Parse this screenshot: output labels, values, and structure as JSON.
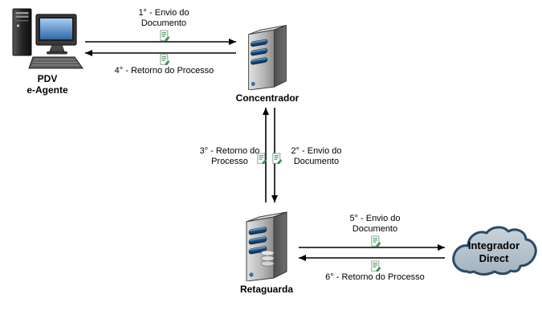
{
  "diagram": {
    "background": "#ffffff",
    "arrow_color": "#000000"
  },
  "nodes": {
    "pdv": {
      "label": "PDV\ne-Agente",
      "icon": "desktop-computer-icon"
    },
    "concentrador": {
      "label": "Concentrador",
      "icon": "server-icon"
    },
    "retaguarda": {
      "label": "Retaguarda",
      "icon": "server-icon"
    },
    "integrador": {
      "label": "Integrador\nDirect",
      "icon": "cloud-icon"
    }
  },
  "flows": {
    "step1": {
      "label": "1° - Envio do\nDocumento",
      "from": "pdv",
      "to": "concentrador",
      "icon": "document-icon"
    },
    "step2": {
      "label": "2° - Envio do\nDocumento",
      "from": "concentrador",
      "to": "retaguarda",
      "icon": "document-icon"
    },
    "step3": {
      "label": "3° - Retorno do\nProcesso",
      "from": "retaguarda",
      "to": "concentrador",
      "icon": "document-icon"
    },
    "step4": {
      "label": "4° - Retorno do Processo",
      "from": "concentrador",
      "to": "pdv",
      "icon": "document-icon"
    },
    "step5": {
      "label": "5° - Envio do\nDocumento",
      "from": "retaguarda",
      "to": "integrador",
      "icon": "document-icon"
    },
    "step6": {
      "label": "6° - Retorno do Processo",
      "from": "integrador",
      "to": "retaguarda",
      "icon": "document-icon"
    }
  },
  "colors": {
    "document_green": "#2e9e4a",
    "screen_blue": "#3a72ab",
    "server_slot_blue": "#14487a",
    "cloud_fill": "#b9c5cf",
    "cloud_outline": "#2a4a66",
    "text": "#000000"
  }
}
